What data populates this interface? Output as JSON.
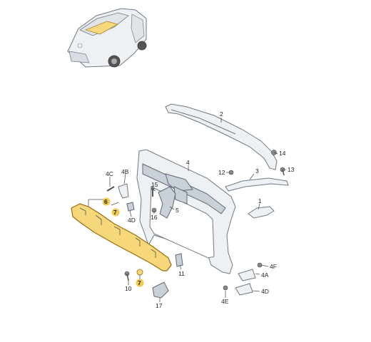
{
  "callouts": {
    "p1": "1",
    "p2": "2",
    "p3": "3",
    "p4": "4",
    "p4A": "4A",
    "p4B": "4B",
    "p4C": "4C",
    "p4D_left": "4D",
    "p4D_right": "4D",
    "p4E": "4E",
    "p4F": "4F",
    "p5": "5",
    "p6": "6",
    "p7_top": "7",
    "p7_bottom": "7",
    "p10": "10",
    "p11": "11",
    "p12": "12",
    "p13": "13",
    "p14": "14",
    "p15": "15",
    "p16": "16",
    "p17": "17"
  },
  "highlight_color": "#f2c94c"
}
